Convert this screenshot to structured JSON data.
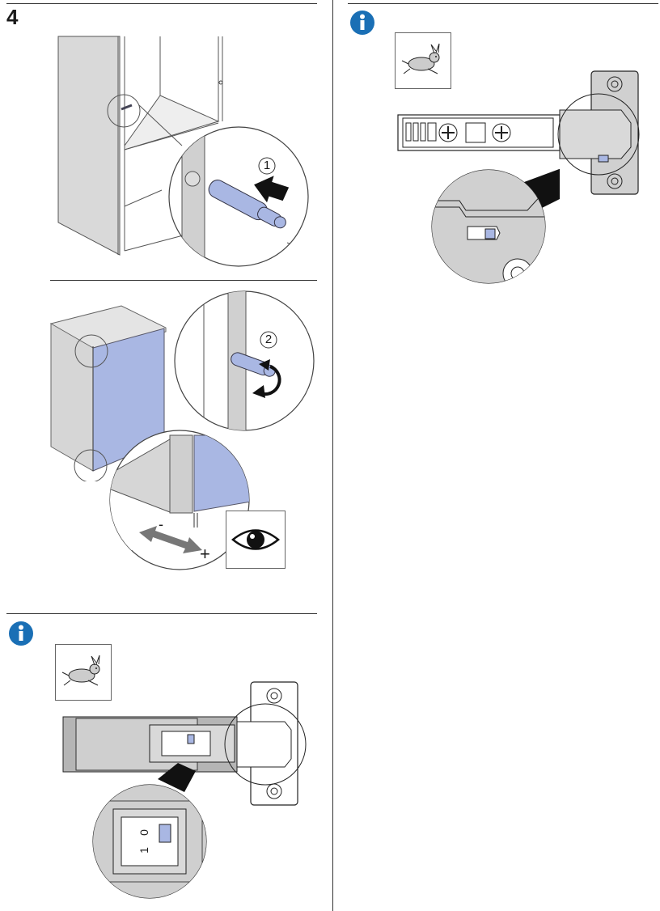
{
  "page": {
    "step_number": "4"
  },
  "labels": {
    "step_one": "1",
    "step_two": "2",
    "minus": "-",
    "plus": "+",
    "switch_zero": "0",
    "switch_one": "1"
  },
  "icons": {
    "info": "info-icon",
    "rabbit": "rabbit-icon",
    "eye": "eye-icon"
  },
  "colors": {
    "accent_blue": "#1a6fb5",
    "part_blue": "#a9b7e3",
    "panel_gray": "#d9d9d9",
    "dark_gray": "#b5b5b5"
  }
}
